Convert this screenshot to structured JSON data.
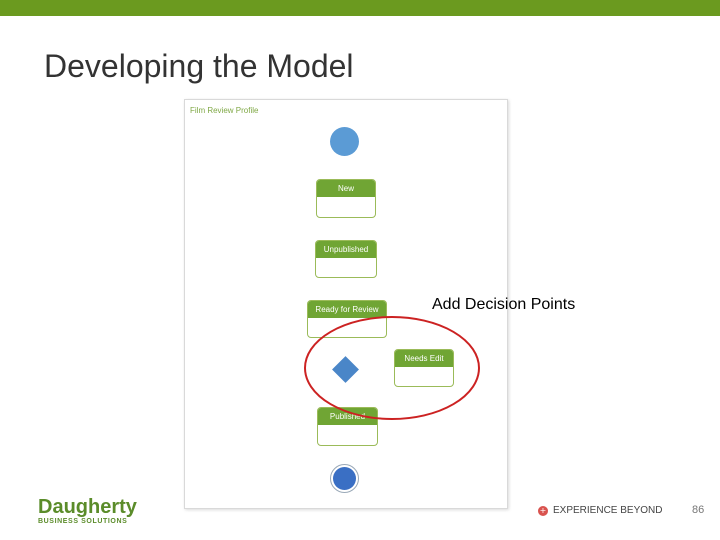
{
  "slide": {
    "title": "Developing the Model",
    "page_number": "86"
  },
  "diagram": {
    "profile_title": "Film Review Profile",
    "states": [
      {
        "label": "New"
      },
      {
        "label": "Unpublished"
      },
      {
        "label": "Ready for Review"
      },
      {
        "label": "Needs Edit"
      },
      {
        "label": "Published"
      }
    ]
  },
  "annotation": {
    "label": "Add Decision Points",
    "color": "#cc2222"
  },
  "branding": {
    "company": "Daugherty",
    "division": "BUSINESS SOLUTIONS",
    "tagline": "EXPERIENCE BEYOND",
    "brand_color": "#5b8c2a",
    "accent_color": "#6b9a1f"
  }
}
